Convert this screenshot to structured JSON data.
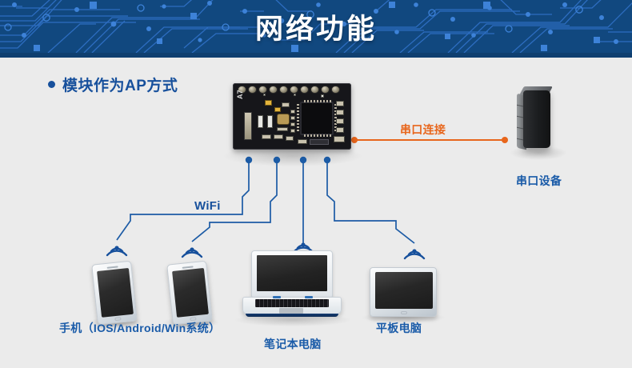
{
  "header": {
    "title": "网络功能",
    "bg_color": "#11487f",
    "trace_color": "#2f6fc4",
    "title_color": "#ffffff"
  },
  "page": {
    "background": "#ebebeb",
    "accent_blue": "#17509c",
    "label_blue": "#1a5ba8",
    "accent_orange": "#e8661c"
  },
  "subtitle": {
    "bullet": "bullet-dot",
    "text": "模块作为AP方式"
  },
  "module": {
    "silkscreen": "A7",
    "name": "wifi-module-board"
  },
  "connections": {
    "serial": {
      "label": "串口连接",
      "color": "#e8661c"
    },
    "wifi": {
      "label": "WiFi",
      "color": "#17509c"
    }
  },
  "devices": [
    {
      "id": "phone-1",
      "label": "",
      "icon": "smartphone-icon"
    },
    {
      "id": "phone-2",
      "label": "",
      "icon": "smartphone-icon"
    },
    {
      "id": "laptop",
      "label": "笔记本电脑",
      "icon": "laptop-icon"
    },
    {
      "id": "tablet",
      "label": "平板电脑",
      "icon": "tablet-icon"
    },
    {
      "id": "serial-device",
      "label": "串口设备",
      "icon": "serial-device-icon"
    }
  ],
  "labels": {
    "phones": "手机（IOS/Android/Win系统）",
    "laptop": "笔记本电脑",
    "tablet": "平板电脑",
    "serial_device": "串口设备",
    "wifi": "WiFi",
    "serial_link": "串口连接"
  }
}
